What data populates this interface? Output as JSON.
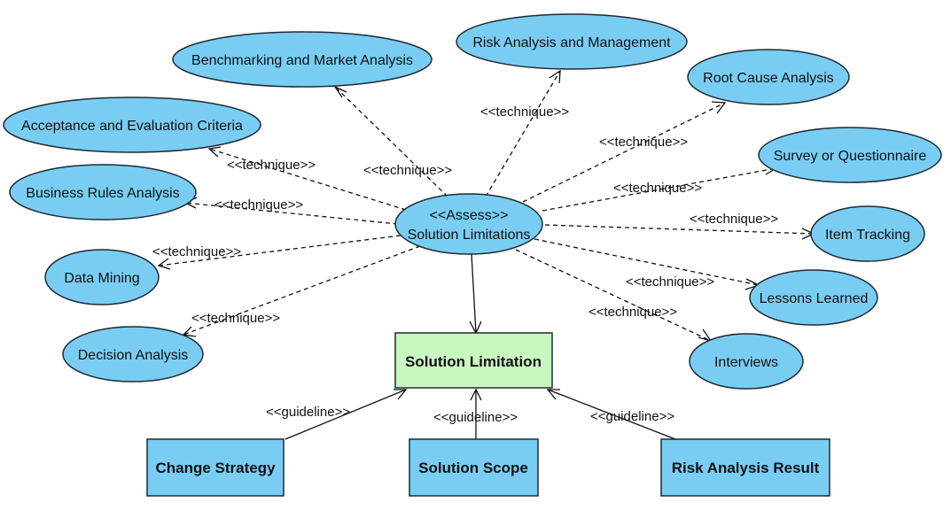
{
  "center": {
    "line1": "<<Assess>>",
    "line2": "Solution Limitations"
  },
  "use_cases": {
    "benchmarking": "Benchmarking and Market Analysis",
    "risk_analysis_mgmt": "Risk Analysis and Management",
    "root_cause": "Root Cause Analysis",
    "acceptance": "Acceptance and Evaluation Criteria",
    "survey": "Survey or Questionnaire",
    "business_rules": "Business Rules Analysis",
    "item_tracking": "Item Tracking",
    "data_mining": "Data Mining",
    "lessons_learned": "Lessons Learned",
    "decision_analysis": "Decision Analysis",
    "interviews": "Interviews"
  },
  "boxes": {
    "solution_limitation": "Solution Limitation",
    "change_strategy": "Change Strategy",
    "solution_scope": "Solution Scope",
    "risk_analysis_result": "Risk Analysis Result"
  },
  "labels": {
    "technique": "<<technique>>",
    "guideline": "<<guideline>>"
  },
  "colors": {
    "use_case_fill": "#79cdf2",
    "box_fill": "#79cdf2",
    "artifact_fill": "#c8f7c0"
  }
}
